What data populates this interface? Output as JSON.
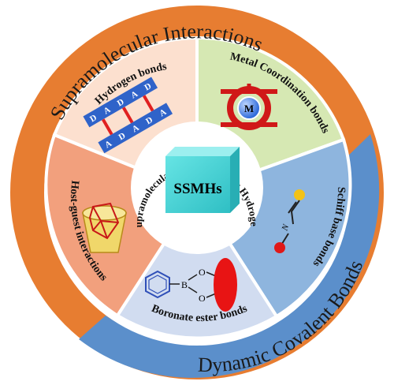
{
  "outer_ring": {
    "top_label": "Supramolecular Interactions",
    "bottom_label": "Dynamic Covalent Bonds"
  },
  "inner_ring_label": "Supramolecular Shape Memory Hydrogels",
  "center_label": "SSMHs",
  "sectors": {
    "hydrogen": {
      "label": "Hydrogen bonds",
      "color": "#FCE0CF"
    },
    "metal": {
      "label": "Metal Coordination bonds",
      "color": "#D6E8B3",
      "ion": "M"
    },
    "schiff": {
      "label": "Schiff base bonds",
      "color": "#8EB5DE",
      "atom": "N"
    },
    "boronate": {
      "label": "Boronate ester bonds",
      "color": "#D1DCF0",
      "atoms": [
        "B",
        "O",
        "O"
      ]
    },
    "hostguest": {
      "label": "Host-guest interactions",
      "color": "#F2A07D"
    }
  },
  "hbond_letters": [
    "D",
    "A",
    "D",
    "A",
    "D",
    "A",
    "D",
    "A",
    "D",
    "A"
  ],
  "colors": {
    "orange": "#E77D31",
    "blue": "#5B8FCB",
    "cube": "#4CD7D7"
  }
}
